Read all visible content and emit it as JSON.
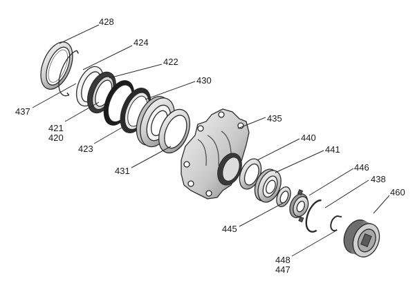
{
  "diagram": {
    "labels": {
      "p428": "428",
      "p424": "424",
      "p422": "422",
      "p430": "430",
      "p437": "437",
      "p421": "421",
      "p420": "420",
      "p423": "423",
      "p431": "431",
      "p435": "435",
      "p440": "440",
      "p441": "441",
      "p446": "446",
      "p438": "438",
      "p460": "460",
      "p445": "445",
      "p448": "448",
      "p447": "447"
    },
    "colors": {
      "line": "#2a2a2a",
      "metal_light": "#eeeeee",
      "metal_mid": "#bdbdbd",
      "metal_dark": "#6e6e6e",
      "black_seal": "#1c1c1c"
    }
  }
}
